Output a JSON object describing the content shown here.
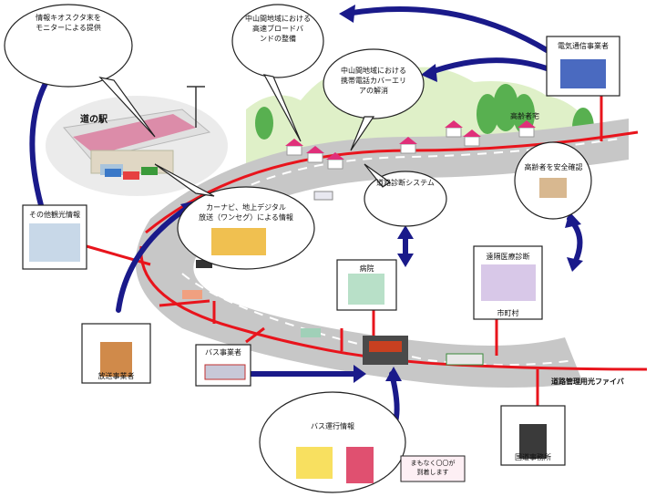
{
  "bubbles": {
    "info_terminal": "情報キオスクタ末を\nモニターによる提供",
    "broadband": "中山間地域における\n高速ブロードバ\nンドの整備",
    "mobile": "中山間地域における\n携帯電話カバーエリ\nアの解消",
    "roadside_station": "道の駅",
    "car_navi": "カーナビ、地上デジタル\n放送（ワンセグ）による情報",
    "road_diag": "道路診断システム",
    "elderly": "高齢者を安全確認",
    "bus_info": "バス運行情報",
    "bus_notice": "まもなく〇〇が\n到着します"
  },
  "boxes": {
    "telecom": "電気通信事業者",
    "other_info": "その他観光情報",
    "broadcaster": "放送事業者",
    "hospital": "病院",
    "municipal": "遠隔医療診断",
    "municipal_sub": "市町村",
    "bus_company": "バス事業者",
    "road_office": "国道事務所",
    "fiber": "道路管理用光ファイバ",
    "elderly_house": "高齢者宅"
  }
}
